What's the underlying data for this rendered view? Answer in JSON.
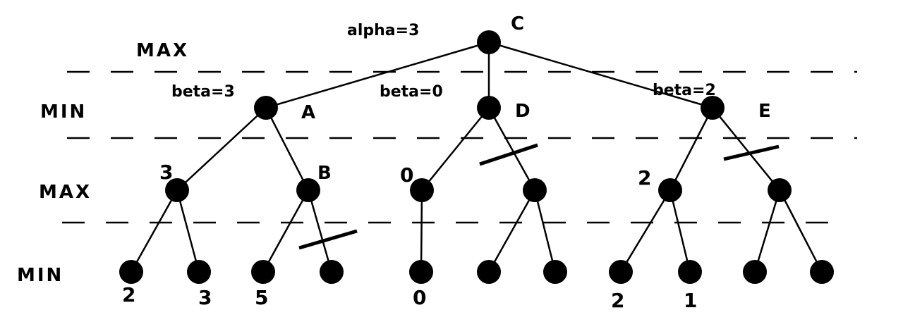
{
  "levels": [
    "MAX",
    "MIN",
    "MAX",
    "MIN"
  ],
  "annotations": {
    "alpha": "alpha=3",
    "beta_A": "beta=3",
    "beta_D": "beta=0",
    "beta_E": "beta=2"
  },
  "node_labels": {
    "C": "C",
    "A": "A",
    "D": "D",
    "E": "E",
    "B": "B"
  },
  "max_values": {
    "first": "3",
    "third": "0",
    "fifth": "2"
  },
  "leaf_values": {
    "l1": "2",
    "l2": "3",
    "l3": "5",
    "l5": "0",
    "l8": "2",
    "l9": "1"
  }
}
